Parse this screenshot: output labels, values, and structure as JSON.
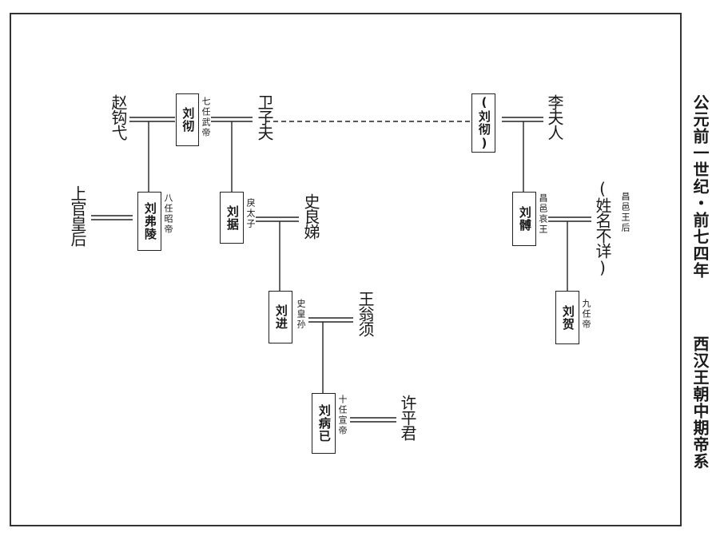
{
  "title_part1": "公元前一世纪・前七四年",
  "title_part2": "西汉王朝中期帝系",
  "persons": {
    "liu_che": "刘彻",
    "liu_che_dup": "(刘彻)",
    "liu_fuling": "刘弗陵",
    "liu_ju": "刘据",
    "liu_jin": "刘进",
    "liu_bingyi": "刘病已",
    "liu_bo": "刘髆",
    "liu_he": "刘贺",
    "zhao_gouyi": "赵钩弋",
    "wei_zifu": "卫子夫",
    "li_furen": "李夫人",
    "shangguan_huanghou": "上官皇后",
    "shi_liangdi": "史良娣",
    "wang_wengxu": "王翁须",
    "xu_pingjun": "许平君",
    "unknown_consort": "(姓名不详)"
  },
  "notes": {
    "wudi": "七任武帝",
    "zhaodi": "八任昭帝",
    "li_taizi": "戾太子",
    "shi_huangsun": "史皇孙",
    "xuandi": "十任宣帝",
    "changyi_aiwang": "昌邑哀王",
    "changyi_wanghou": "昌邑王后",
    "jiu_ren_di": "九任帝"
  },
  "lines": {
    "marriage": "double",
    "descent": "single",
    "same_person_link": "dashed"
  }
}
